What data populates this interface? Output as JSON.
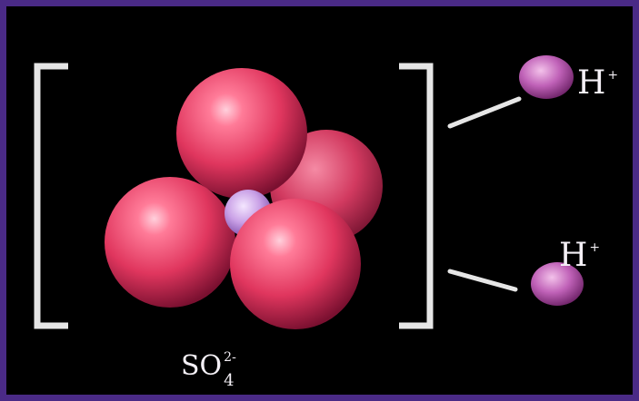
{
  "labels": {
    "hydrogen_top": {
      "symbol": "H",
      "charge": "+"
    },
    "hydrogen_bottom": {
      "symbol": "H",
      "charge": "+"
    },
    "sulfate": {
      "formula": "SO",
      "subscript": "4",
      "charge": "2-"
    }
  },
  "colors": {
    "background": "#000000",
    "frame": "#4a2a86",
    "oxygen": "#e8486e",
    "sulfur": "#c9a0e6",
    "hydrogen": "#c062b8",
    "bracket": "#e6e6e6",
    "text": "#f4f0f6"
  }
}
